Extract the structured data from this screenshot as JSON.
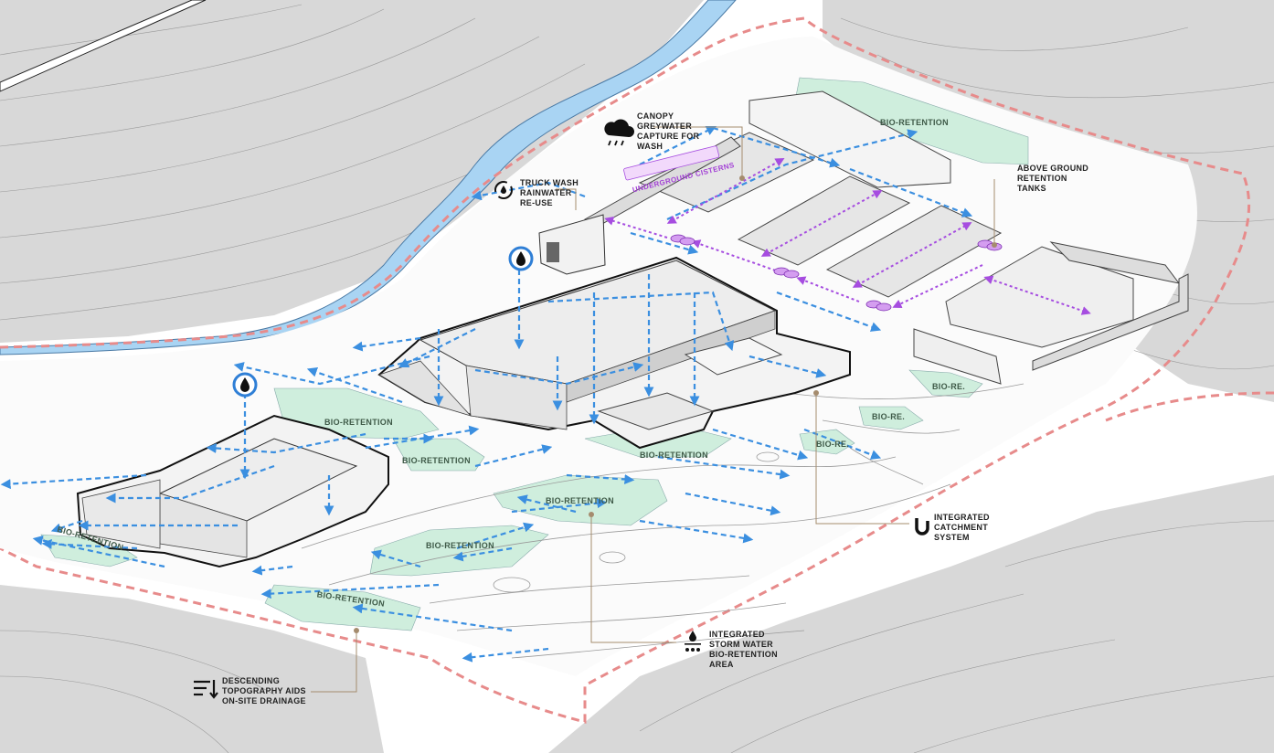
{
  "colors": {
    "bio_retention": "#cfeedd",
    "flow": "#3b8fe0",
    "cistern": "#a64de0",
    "boundary": "#e78b8b",
    "river": "#a9d4f3",
    "terrain": "#d8d8d8",
    "leader": "#a58c6e"
  },
  "callouts": {
    "canopy": {
      "icon": "rain-cloud-icon",
      "lines": [
        "CANOPY",
        "GREYWATER",
        "CAPTURE FOR",
        "WASH"
      ]
    },
    "truck_wash": {
      "icon": "recycle-drop-icon",
      "lines": [
        "TRUCK WASH",
        "RAINWATER",
        "RE-USE"
      ]
    },
    "above_ground": {
      "lines": [
        "ABOVE GROUND",
        "RETENTION",
        "TANKS"
      ]
    },
    "catchment": {
      "icon": "pipe-icon",
      "lines": [
        "INTEGRATED",
        "CATCHMENT",
        "SYSTEM"
      ]
    },
    "storm_water": {
      "icon": "drops-icon",
      "lines": [
        "INTEGRATED",
        "STORM WATER",
        "BIO-RETENTION",
        "AREA"
      ]
    },
    "topography": {
      "icon": "sort-descending-icon",
      "lines": [
        "DESCENDING",
        "TOPOGRAPHY AIDS",
        "ON-SITE DRAINAGE"
      ]
    }
  },
  "zones": {
    "z1": "BIO-RETENTION",
    "z2": "BIO-RETENTION",
    "z3": "BIO-RETENTION",
    "z4": "BIO-RETENTION",
    "z5": "BIO-RETENTION",
    "z6": "BIO-RETENTION",
    "z7": "BIO-RETENTION",
    "z8": "BIO-RETENTION",
    "z9": "BIO-RE.",
    "z10": "BIO-RE.",
    "z11": "BIO-RE."
  },
  "cisterns_label": "UNDERGROUND CISTERNS"
}
